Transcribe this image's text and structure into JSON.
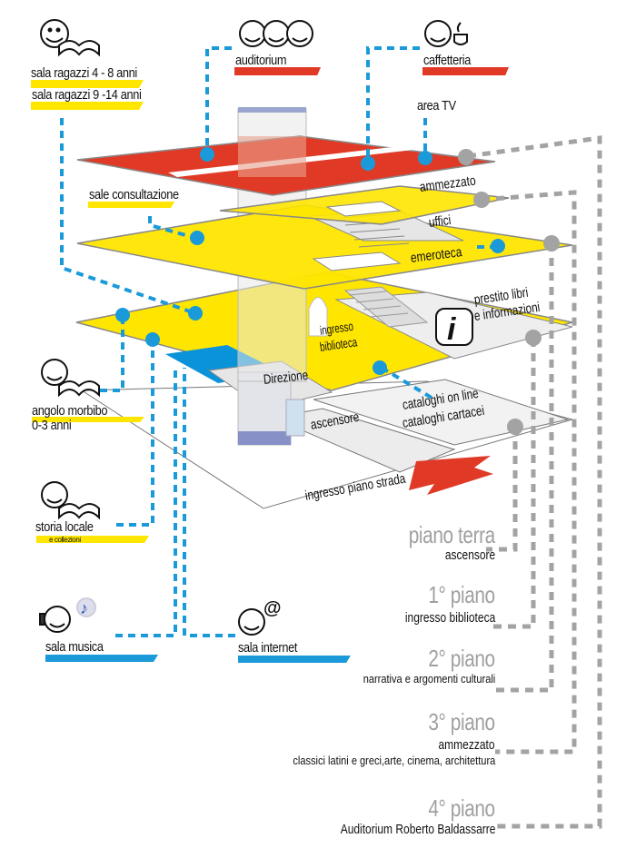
{
  "services": {
    "sala_ragazzi_1": "sala ragazzi 4 - 8 anni",
    "sala_ragazzi_2": "sala ragazzi 9 -14 anni",
    "auditorium": "auditorium",
    "caffetteria": "caffetteria",
    "area_tv": "area TV",
    "sale_consultazione": "sale consultazione",
    "ammezzato": "ammezzato",
    "uffici": "uffici",
    "emeroteca": "emeroteca",
    "prestito_1": "prestito libri",
    "prestito_2": "e informazioni",
    "ingresso_1": "ingresso",
    "ingresso_2": "biblioteca",
    "direzione": "Direzione",
    "angolo_1": "angolo morbibo",
    "angolo_2": "0-3 anni",
    "cataloghi_1": "cataloghi on line",
    "cataloghi_2": "cataloghi cartacei",
    "ascensore": "ascensore",
    "ingresso_strada": "ingresso piano strada",
    "storia_locale": "storia locale",
    "storia_locale_sub": "e collezioni",
    "sala_musica": "sala musica",
    "sala_internet": "sala internet",
    "info_glyph": "i",
    "internet_glyph": "@",
    "music_glyph": "♪"
  },
  "floors": [
    {
      "name": "piano terra",
      "sub": "ascensore",
      "desc": ""
    },
    {
      "name": "1° piano",
      "sub": "ingresso biblioteca",
      "desc": ""
    },
    {
      "name": "2° piano",
      "sub": "",
      "desc": "narrativa e argomenti culturali"
    },
    {
      "name": "3° piano",
      "sub": "ammezzato",
      "desc": "classici latini e greci,arte, cinema, architettura"
    },
    {
      "name": "4° piano",
      "sub": "Auditorium Roberto Baldassarre",
      "desc": ""
    }
  ],
  "colors": {
    "red_floor": "#e03a26",
    "yellow_floor": "#ffe600",
    "connector_blue": "#1a9ad9",
    "connector_grey": "#a3a3a3",
    "grey_text": "#a0a0a0"
  }
}
